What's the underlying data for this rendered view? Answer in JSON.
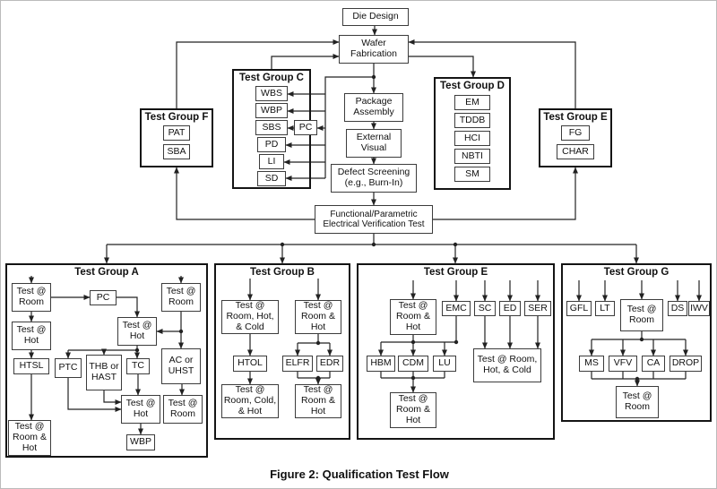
{
  "figure": {
    "caption": "Figure 2:  Qualification Test Flow"
  },
  "colors": {
    "line": "#222222",
    "box_border": "#3c3c3c",
    "group_border": "#141414",
    "background": "#ffffff"
  },
  "top_flow": {
    "die_design": "Die Design",
    "wafer_fabrication": "Wafer Fabrication",
    "package_assembly": "Package Assembly",
    "external_visual": "External Visual",
    "defect_screening": "Defect Screening (e.g., Burn-In)",
    "functional_test": "Functional/Parametric Electrical Verification Test"
  },
  "group_f": {
    "label": "Test Group F",
    "items": [
      "PAT",
      "SBA"
    ]
  },
  "group_c": {
    "label": "Test Group C",
    "items": [
      "WBS",
      "WBP",
      "SBS",
      "PD",
      "LI",
      "SD"
    ],
    "pc": "PC"
  },
  "group_d": {
    "label": "Test Group D",
    "items": [
      "EM",
      "TDDB",
      "HCI",
      "NBTI",
      "SM"
    ]
  },
  "group_e_top": {
    "label": "Test Group E",
    "items": [
      "FG",
      "CHAR"
    ]
  },
  "group_a": {
    "label": "Test Group A",
    "nodes": {
      "test_room_1": "Test @ Room",
      "pc": "PC",
      "test_room_2": "Test @ Room",
      "test_hot_1": "Test @ Hot",
      "test_hot_2": "Test @ Hot",
      "htsl": "HTSL",
      "ptc": "PTC",
      "thb_or_hast": "THB or HAST",
      "tc": "TC",
      "ac_or_uhst": "AC or UHST",
      "test_hot_3": "Test @ Hot",
      "test_room_3": "Test @ Room",
      "test_room_hot": "Test @ Room & Hot",
      "wbp": "WBP"
    }
  },
  "group_b": {
    "label": "Test Group B",
    "nodes": {
      "test_room_hot_cold": "Test @ Room, Hot, & Cold",
      "test_room_hot_upper": "Test @ Room & Hot",
      "htol": "HTOL",
      "elfr": "ELFR",
      "edr": "EDR",
      "test_room_cold_hot": "Test @ Room, Cold, & Hot",
      "test_room_hot_lower": "Test @ Room & Hot"
    }
  },
  "group_e_bottom": {
    "label": "Test Group E",
    "nodes": {
      "test_room_hot_upper": "Test @ Room & Hot",
      "emc": "EMC",
      "sc": "SC",
      "ed": "ED",
      "ser": "SER",
      "hbm": "HBM",
      "cdm": "CDM",
      "lu": "LU",
      "test_room_hot_cold": "Test @ Room, Hot, & Cold",
      "test_room_hot_lower": "Test @ Room & Hot"
    }
  },
  "group_g": {
    "label": "Test Group G",
    "nodes": {
      "gfl": "GFL",
      "lt": "LT",
      "test_room_upper": "Test @ Room",
      "ds": "DS",
      "iwv": "IWV",
      "ms": "MS",
      "vfv": "VFV",
      "ca": "CA",
      "drop": "DROP",
      "test_room_lower": "Test @ Room"
    }
  }
}
